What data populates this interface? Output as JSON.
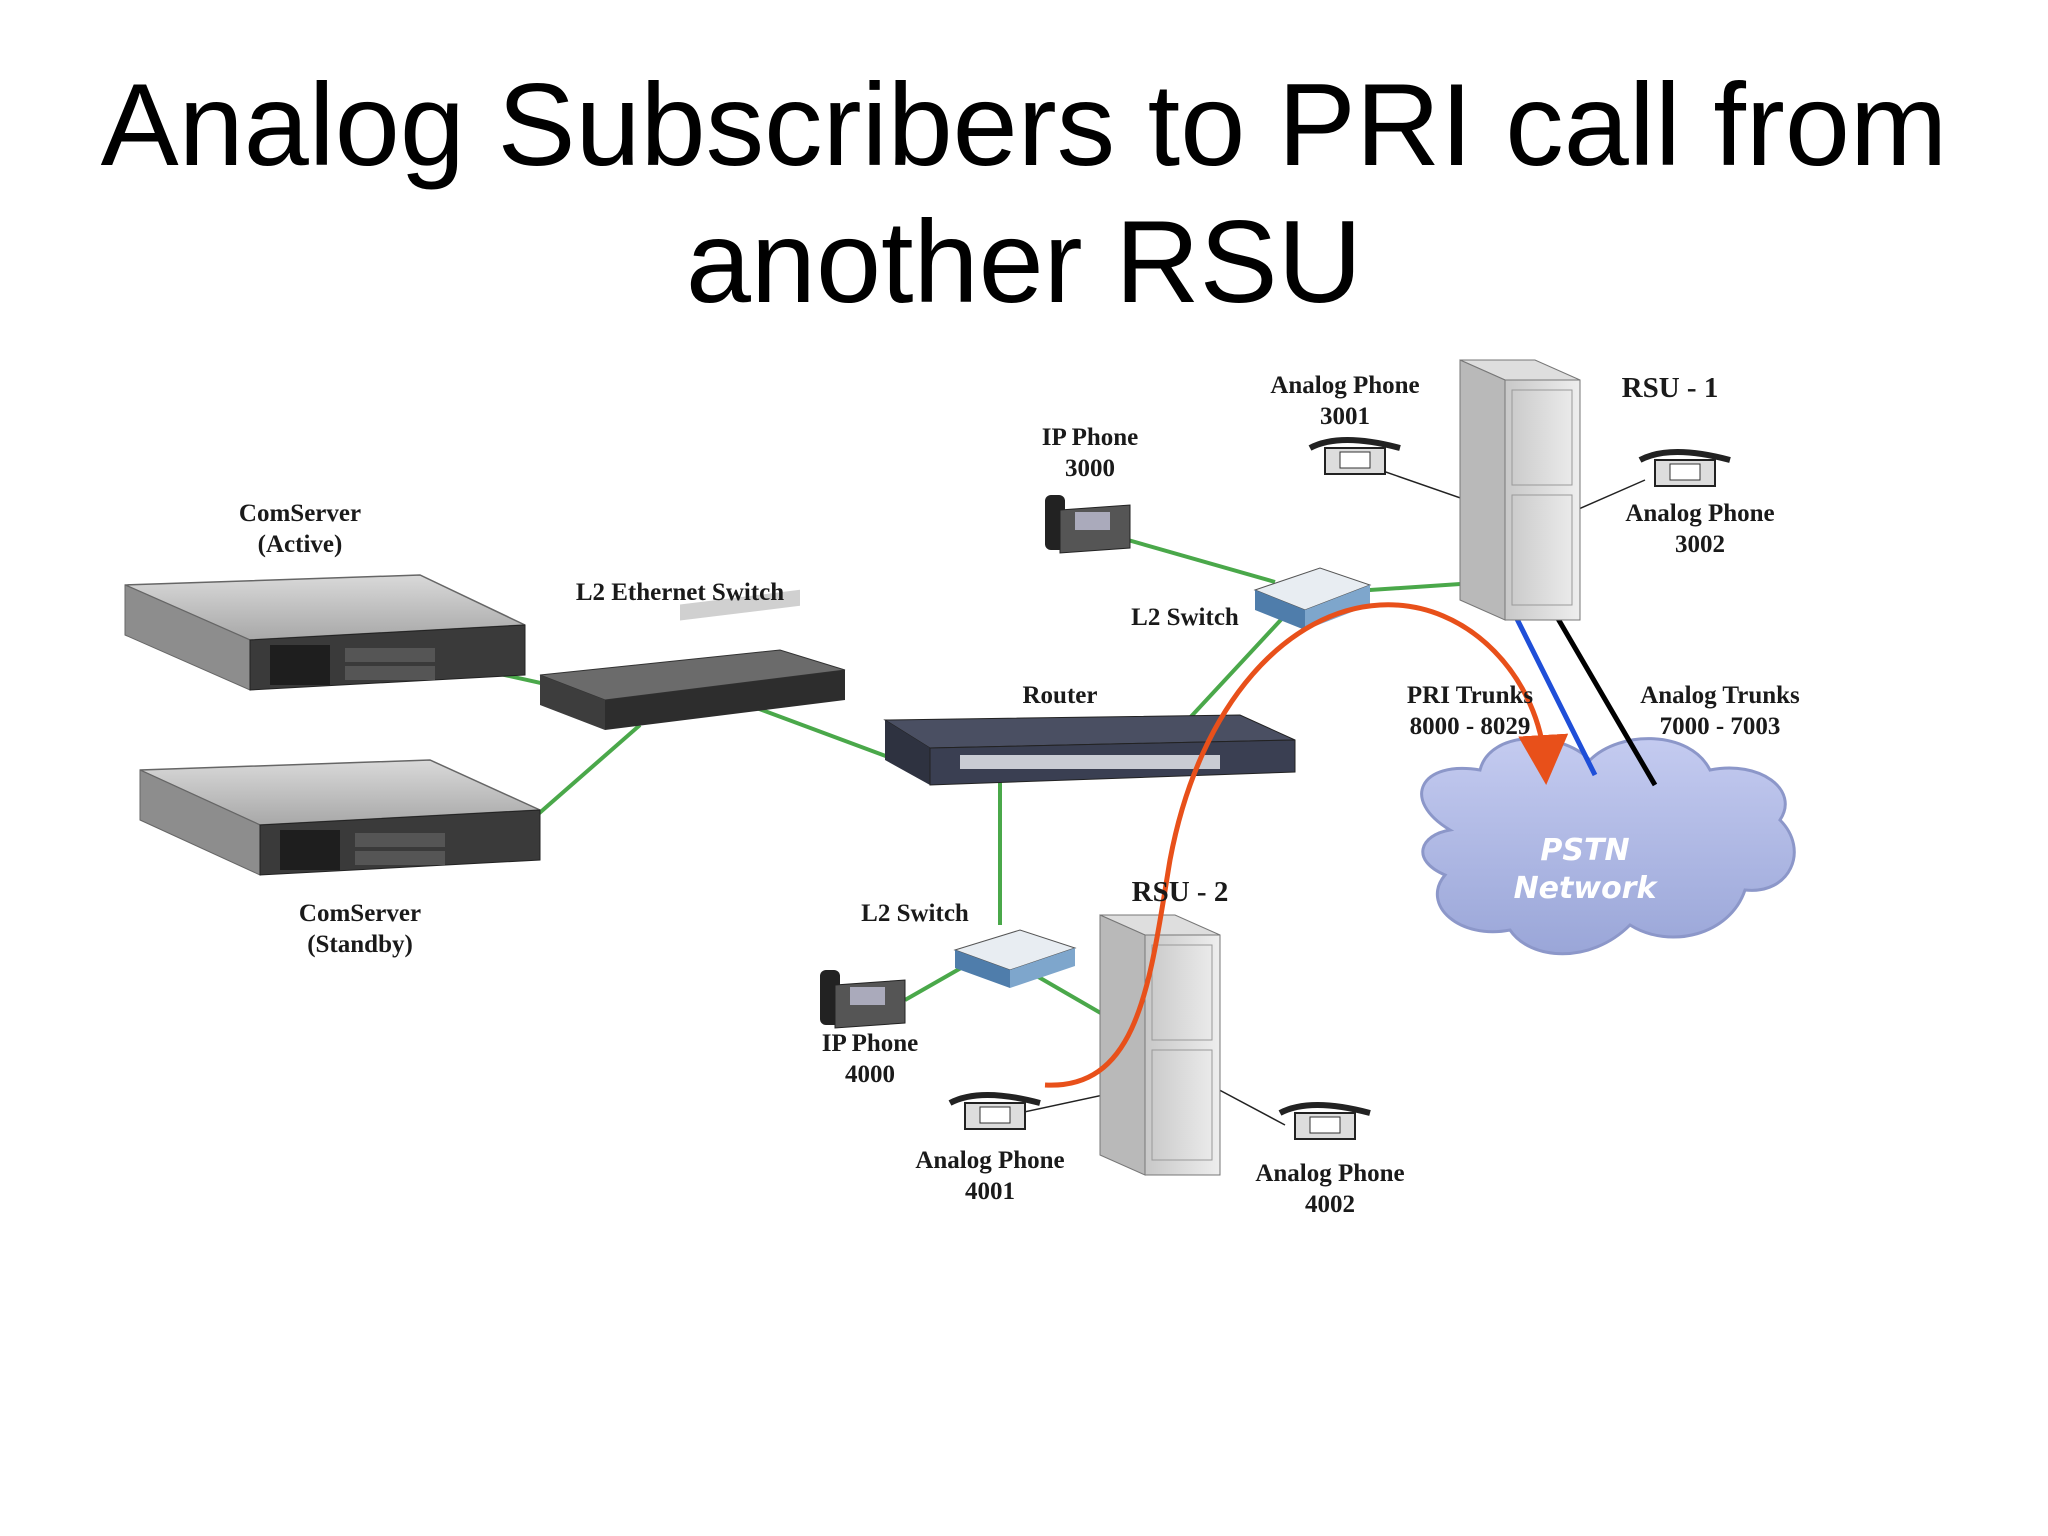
{
  "title": {
    "line1": "Analog Subscribers to PRI call from",
    "line2": "another RSU"
  },
  "nodes": {
    "comserver_active": {
      "name": "ComServer",
      "state": "(Active)"
    },
    "comserver_standby": {
      "name": "ComServer",
      "state": "(Standby)"
    },
    "l2_ethernet_switch": {
      "label": "L2 Ethernet Switch"
    },
    "router": {
      "label": "Router"
    },
    "l2_switch_top": {
      "label": "L2 Switch"
    },
    "l2_switch_bottom": {
      "label": "L2 Switch"
    },
    "ip_phone_3000": {
      "label": "IP Phone",
      "number": "3000"
    },
    "ip_phone_4000": {
      "label": "IP Phone",
      "number": "4000"
    },
    "analog_phone_3001": {
      "label": "Analog Phone",
      "number": "3001"
    },
    "analog_phone_3002": {
      "label": "Analog Phone",
      "number": "3002"
    },
    "analog_phone_4001": {
      "label": "Analog Phone",
      "number": "4001"
    },
    "analog_phone_4002": {
      "label": "Analog Phone",
      "number": "4002"
    },
    "rsu1": {
      "label": "RSU - 1"
    },
    "rsu2": {
      "label": "RSU - 2"
    },
    "pri_trunks": {
      "label": "PRI Trunks",
      "range": "8000 - 8029"
    },
    "analog_trunks": {
      "label": "Analog Trunks",
      "range": "7000 - 7003"
    },
    "pstn": {
      "line1": "PSTN",
      "line2": "Network"
    }
  },
  "colors": {
    "ethernet_link": "#4aa84a",
    "pri_link": "#1f4fd8",
    "analog_trunk_link": "#000000",
    "call_path": "#e8501a",
    "cloud": "#b7c0e6"
  }
}
